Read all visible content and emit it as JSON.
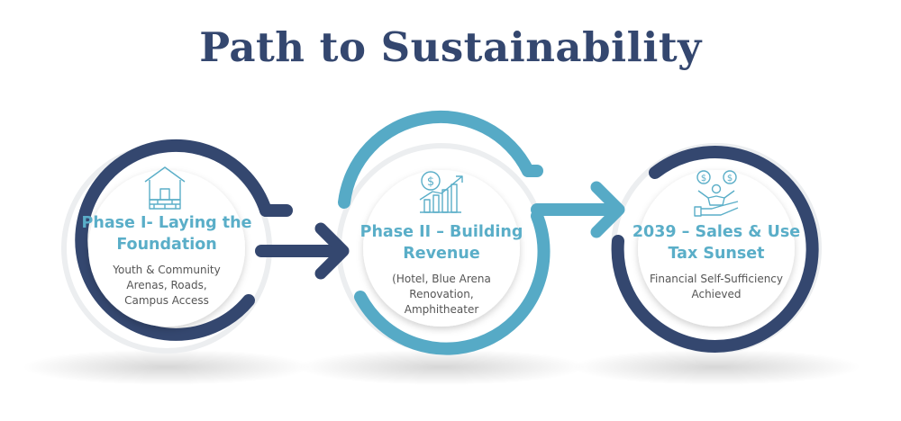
{
  "title": "Path to Sustainability",
  "colors": {
    "navy": "#34476f",
    "teal": "#56aac6",
    "text_teal": "#5aaec8",
    "desc_gray": "#555555"
  },
  "phases": [
    {
      "title_line1": "Phase I- Laying the",
      "title_line2": "Foundation",
      "desc_line1": "Youth & Community",
      "desc_line2": "Arenas, Roads,",
      "desc_line3": "Campus Access",
      "icon": "house-icon"
    },
    {
      "title_line1": "Phase II – Building",
      "title_line2": "Revenue",
      "desc_line1": "(Hotel, Blue Arena",
      "desc_line2": "Renovation,",
      "desc_line3": "Amphitheater",
      "icon": "revenue-chart-icon"
    },
    {
      "title_line1": "2039 – Sales & Use",
      "title_line2": "Tax Sunset",
      "desc_line1": "Financial Self-Sufficiency",
      "desc_line2": "Achieved",
      "icon": "money-hand-icon"
    }
  ]
}
